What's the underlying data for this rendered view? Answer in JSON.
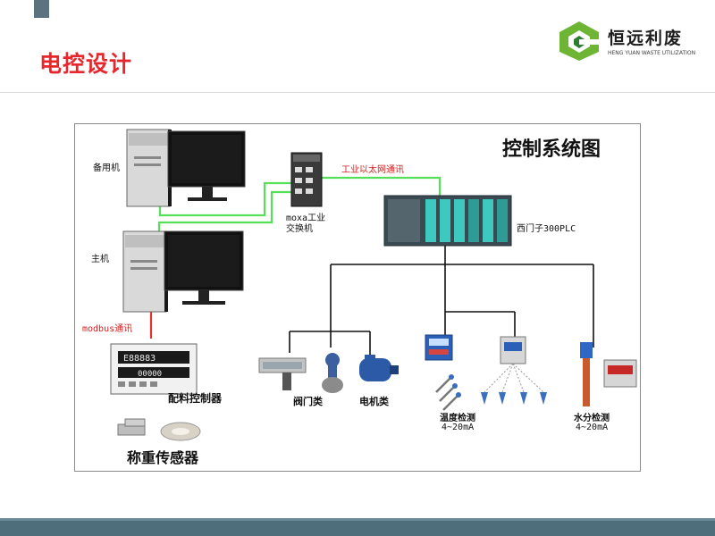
{
  "slide": {
    "title": "电控设计"
  },
  "logo": {
    "name": "恒远利废",
    "subtitle": "HENG YUAN WASTE UTILIZATION",
    "brand_color": "#6fb535"
  },
  "diagram": {
    "title": "控制系统图",
    "labels": {
      "backup_pc": "备用机",
      "main_pc": "主机",
      "switch": "moxa工业\n交换机",
      "ethernet": "工业以太网通讯",
      "plc": "西门子300PLC",
      "modbus": "modbus通讯",
      "batch_controller": "配料控制器",
      "weight_sensor": "称重传感器",
      "valves": "阀门类",
      "motors": "电机类",
      "temperature": "温度检测",
      "temperature_signal": "4~20mA",
      "moisture": "水分检测",
      "moisture_signal": "4~20mA"
    },
    "display_readouts": [
      "E88883",
      "00000"
    ],
    "colors": {
      "ethernet_cable": "#56e05a",
      "modbus_cable": "#e83030",
      "signal_bus": "#111111",
      "module_teal": "#3ec9c0"
    }
  },
  "theme": {
    "accent_red": "#e8262b",
    "bar_color": "#4f6e7c"
  }
}
